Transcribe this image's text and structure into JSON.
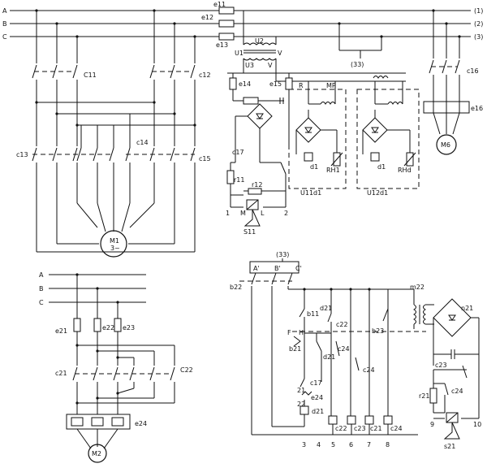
{
  "top_bus": {
    "phase_a": "A",
    "phase_b": "B",
    "phase_c": "C",
    "out1": "(1)",
    "out2": "(2)",
    "out3": "(3)",
    "fuse1": "e11",
    "fuse2": "e12",
    "fuse3": "e13",
    "tap33": "(33)"
  },
  "main_labels": {
    "c11": "C11",
    "c12": "c12",
    "c13": "c13",
    "c14": "c14",
    "c15": "c15",
    "motor1_line1": "M1",
    "motor1_line2": "3~",
    "c16": "c16",
    "e16": "e16",
    "motor6": "M6"
  },
  "control_labels": {
    "u1": "U1",
    "u2": "U2",
    "u3": "U3",
    "v1": "V",
    "v2": "V",
    "e14": "e14",
    "e15": "e15",
    "r": "R",
    "mp": "MP",
    "c17": "c17",
    "r11": "r11",
    "r12": "r12",
    "d1a": "d1",
    "d1b": "d1",
    "rh1": "RH1",
    "rhd": "RHd",
    "u11d1": "U11d1",
    "u12d1": "U12d1",
    "n1": "1",
    "n2": "2",
    "m": "M",
    "l": "L",
    "s11": "S11"
  },
  "bottom_left": {
    "a": "A",
    "b": "B",
    "c": "C",
    "e21": "e21",
    "e22": "e22",
    "e23": "e23",
    "c21": "c21",
    "c22": "C22",
    "e24": "e24",
    "motor2": "M2"
  },
  "bottom_right": {
    "tap33": "(33)",
    "a_p": "A'",
    "b_p": "B'",
    "c_p": "C'",
    "b22": "b22",
    "d21a": "d21",
    "b11": "b11",
    "f": "F",
    "h": "H",
    "b21": "b21",
    "d21b": "d21",
    "c22a": "c22",
    "c24a": "c24",
    "c24b": "c24",
    "b23": "b23",
    "c17": "c17",
    "r21": "21",
    "e24": "e24",
    "n22": "22",
    "d21c": "d21",
    "c22b": "c22",
    "c23a": "c23",
    "c21a": "c21",
    "c24c": "c24",
    "n3": "3",
    "n4": "4",
    "n5": "5",
    "n6": "6",
    "n7": "7",
    "n8": "8",
    "m22": "m22",
    "n21": "n21",
    "c23b": "c23",
    "r21b": "r21",
    "c24d": "c24",
    "n9": "9",
    "n10": "10",
    "s21": "s21"
  }
}
